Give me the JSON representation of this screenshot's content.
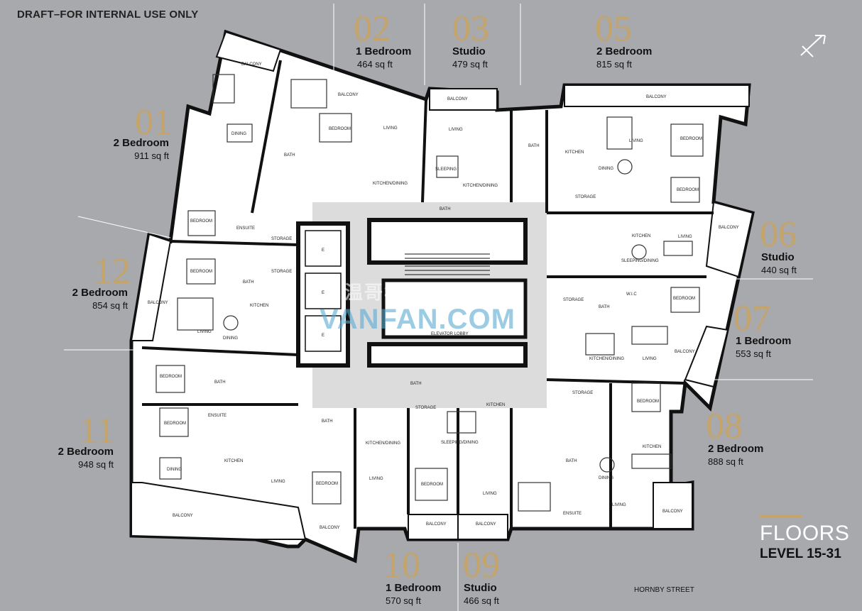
{
  "header": {
    "draft_text": "DRAFT–FOR INTERNAL USE ONLY"
  },
  "units": [
    {
      "num": "01",
      "type": "2 Bedroom",
      "area": "911 sq ft"
    },
    {
      "num": "02",
      "type": "1 Bedroom",
      "area": "464 sq ft"
    },
    {
      "num": "03",
      "type": "Studio",
      "area": "479 sq ft"
    },
    {
      "num": "05",
      "type": "2 Bedroom",
      "area": "815 sq ft"
    },
    {
      "num": "06",
      "type": "Studio",
      "area": "440 sq ft"
    },
    {
      "num": "07",
      "type": "1 Bedroom",
      "area": "553 sq ft"
    },
    {
      "num": "08",
      "type": "2 Bedroom",
      "area": "888 sq ft"
    },
    {
      "num": "09",
      "type": "Studio",
      "area": "466 sq ft"
    },
    {
      "num": "10",
      "type": "1 Bedroom",
      "area": "570 sq ft"
    },
    {
      "num": "11",
      "type": "2 Bedroom",
      "area": "948 sq ft"
    },
    {
      "num": "12",
      "type": "2 Bedroom",
      "area": "854 sq ft"
    }
  ],
  "rooms": {
    "balcony": "BALCONY",
    "bedroom": "BEDROOM",
    "dining": "DINING",
    "living": "LIVING",
    "kitchen": "KITCHEN",
    "bath": "BATH",
    "ensuite": "ENSUITE",
    "storage": "STORAGE",
    "kitchen_dining": "KITCHEN/DINING",
    "sleeping": "SLEEPING",
    "sleeping_dining": "SLEEPING/DINING",
    "wic": "W.I.C",
    "elevator_lobby": "ELEVATOR LOBBY",
    "elevator": "E"
  },
  "legend": {
    "floors": "FLOORS",
    "level": "LEVEL 15-31"
  },
  "street": "HORNBY STREET",
  "watermark": {
    "cn": "温哥华房产网",
    "en": "VANFAN.COM"
  },
  "colors": {
    "background": "#a7a9ac",
    "gold": "#c4a46a",
    "wall": "#111111",
    "floor": "#ffffff"
  }
}
